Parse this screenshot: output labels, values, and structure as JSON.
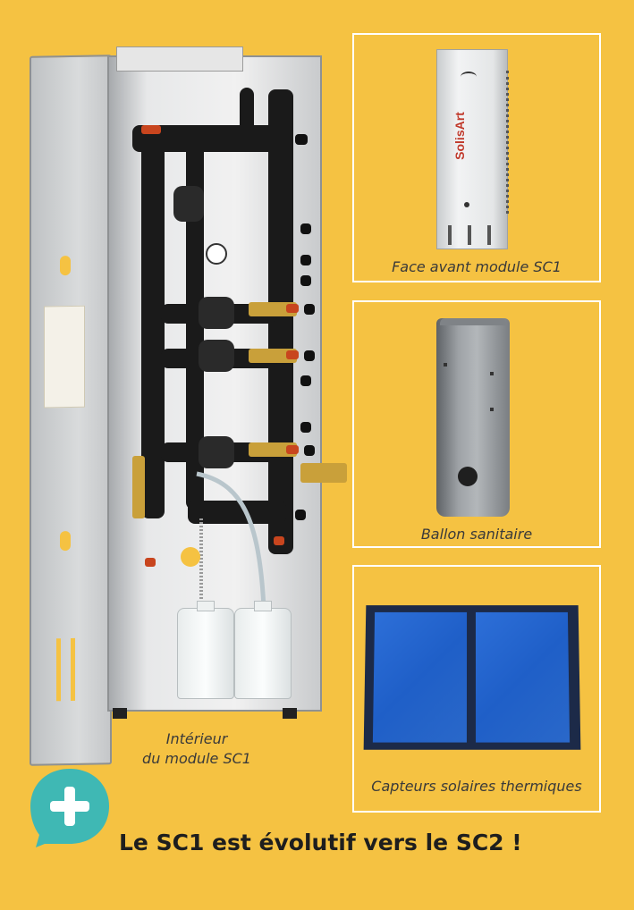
{
  "figures": {
    "interior": {
      "caption_line1": "Intérieur",
      "caption_line2": "du module SC1"
    },
    "front": {
      "caption": "Face avant module SC1",
      "brand": "SolisArt"
    },
    "tank": {
      "caption": "Ballon sanitaire"
    },
    "collectors": {
      "caption": "Capteurs solaires thermiques"
    }
  },
  "footer": {
    "badge_icon": "plus-icon",
    "headline": "Le SC1 est évolutif vers le SC2 !"
  },
  "colors": {
    "background": "#F5C242",
    "badge": "#3FB8B4",
    "panel_blue": "#1F5FC8",
    "frame": "#FFFFFF"
  }
}
